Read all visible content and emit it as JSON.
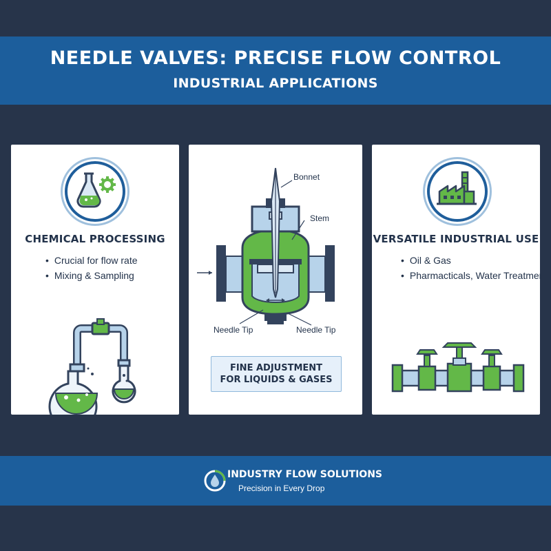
{
  "header": {
    "title": "NEEDLE VALVES: PRECISE FLOW CONTROL",
    "subtitle": "INDUSTRIAL APPLICATIONS"
  },
  "cards": [
    {
      "heading": "CHEMICAL PROCESSING",
      "bullets": [
        "Crucial for flow rate",
        "Mixing & Sampling"
      ],
      "icon": "flask-gear-icon",
      "illustration": "connected-flasks-illustration"
    },
    {
      "diagram_labels": {
        "bonnet": "Bonnet",
        "stem": "Stem",
        "needle_tip_left": "Needle Tip",
        "needle_tip_right": "Needle Tip"
      },
      "callout_line1": "FINE ADJUSTMENT",
      "callout_line2": "FOR LIQUIDS & GASES",
      "icon": "needle-valve-cross-section-icon"
    },
    {
      "heading": "VERSATILE INDUSTRIAL USE",
      "bullets": [
        "Oil & Gas",
        "Pharmacticals, Water Treatment"
      ],
      "icon": "factory-icon",
      "illustration": "pipeline-valves-illustration"
    }
  ],
  "footer": {
    "brand": "INDUSTRY FLOW SOLUTIONS",
    "tagline": "Precision in Every Drop",
    "logo_icon": "water-drop-icon"
  },
  "colors": {
    "background": "#27344a",
    "banner": "#1c5e9c",
    "accent_green": "#63b848",
    "steel_blue": "#b7d3ea",
    "outline_navy": "#33435d"
  }
}
